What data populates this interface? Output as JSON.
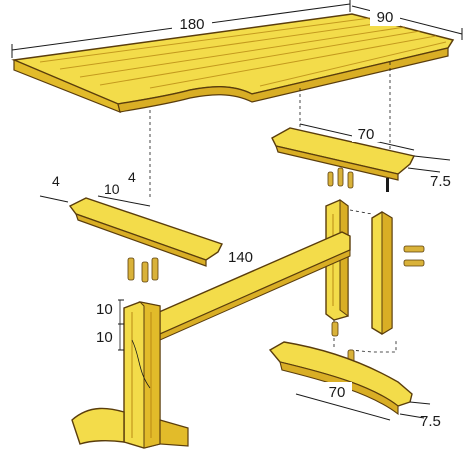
{
  "colors": {
    "wood_light": "#f3dc4a",
    "wood_mid": "#e2bb2a",
    "wood_dark": "#b98a14",
    "outline": "#5a3d0c",
    "line": "#1a1a1a",
    "dowel": "#d9b23a"
  },
  "dimensions": {
    "top_length": "180",
    "top_width": "90",
    "upper_rail_length": "70",
    "upper_rail_thickness": "7.5",
    "left_arm_offset_a": "4",
    "left_arm_offset_b": "10",
    "left_arm_offset_c": "4",
    "stretcher_length": "140",
    "leg_joint_upper": "10",
    "leg_joint_lower": "10",
    "foot_length": "70",
    "foot_thickness": "7.5"
  }
}
